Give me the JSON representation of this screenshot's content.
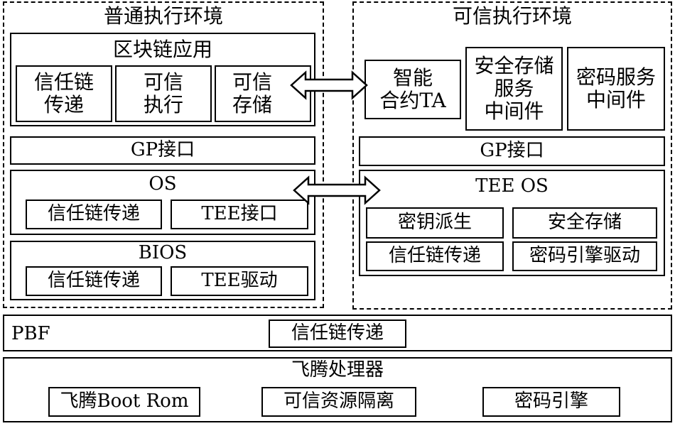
{
  "ree": {
    "title": "普通执行环境",
    "blockchain_app": {
      "title": "区块链应用",
      "modules": [
        [
          "信任链",
          "传递"
        ],
        [
          "可信",
          "执行"
        ],
        [
          "可信",
          "存储"
        ]
      ]
    },
    "gp_interface": "GP接口",
    "os": {
      "title": "OS",
      "items": [
        "信任链传递",
        "TEE接口"
      ]
    },
    "bios": {
      "title": "BIOS",
      "items": [
        "信任链传递",
        "TEE驱动"
      ]
    }
  },
  "tee": {
    "title": "可信执行环境",
    "apps": [
      [
        "智能",
        "合约TA"
      ],
      [
        "安全存储",
        "服务",
        "中间件"
      ],
      [
        "密码服务",
        "中间件"
      ]
    ],
    "gp_interface": "GP接口",
    "tee_os": {
      "title": "TEE OS",
      "items": [
        "密钥派生",
        "安全存储",
        "信任链传递",
        "密码引擎驱动"
      ]
    }
  },
  "pbf": {
    "label": "PBF",
    "item": "信任链传递"
  },
  "processor": {
    "title": "飞腾处理器",
    "items": [
      "飞腾Boot Rom",
      "可信资源隔离",
      "密码引擎"
    ]
  }
}
